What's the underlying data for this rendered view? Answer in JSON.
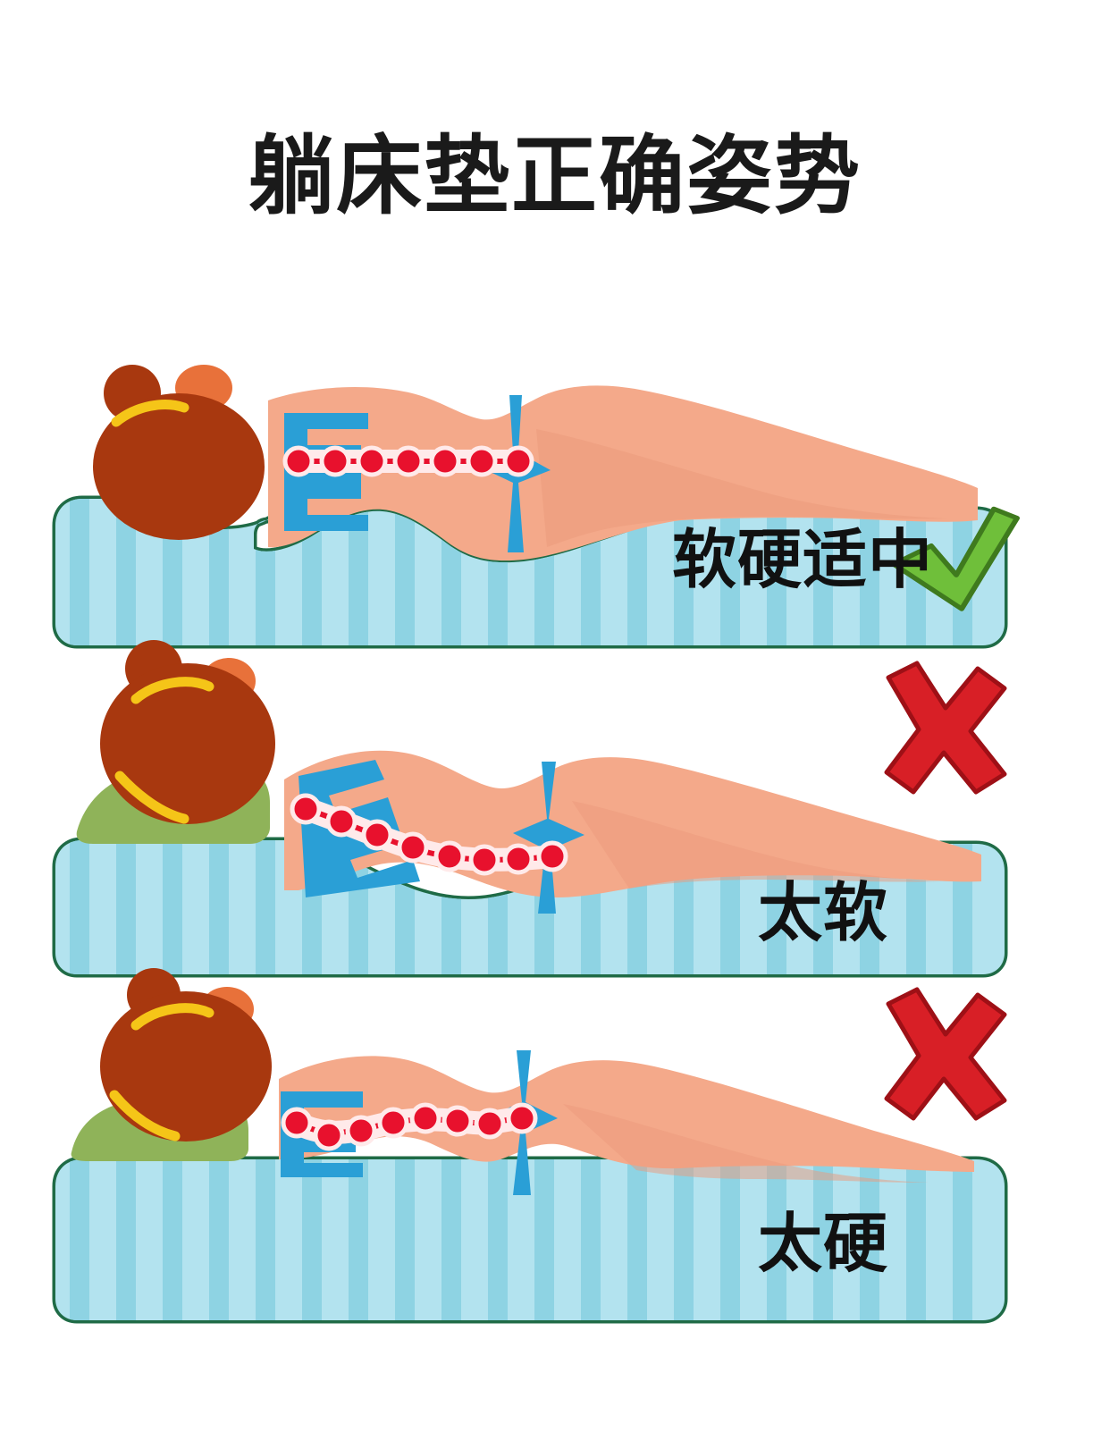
{
  "page": {
    "title": "躺床垫正确姿势",
    "background_color": "#ffffff"
  },
  "palette": {
    "title_text": "#1a1a1a",
    "mattress_fill_light": "#b8e4ef",
    "mattress_fill_dark": "#86d2e2",
    "mattress_border": "#1f6b46",
    "body_skin": "#f4a98a",
    "body_skin_shade": "#eb9a7c",
    "hair_brown": "#a8380f",
    "hair_tie_yellow": "#f5c518",
    "ear_orange": "#e8713a",
    "clothing_blue": "#2a9fd6",
    "spine_red": "#e8112d",
    "spine_outline": "#fce8e8",
    "pillow_green": "#8fb359",
    "check_green": "#6fbf3a",
    "check_green_dark": "#3f7a1e",
    "cross_red": "#d81f26",
    "cross_red_dark": "#9e1016"
  },
  "panels": [
    {
      "id": "panel-1",
      "verdict_label": "软硬适中",
      "verdict_meaning": "moderately firm",
      "mark_icon": "check-icon",
      "mark_type": "check",
      "mattress_firmness": "just-right",
      "spine_shape": "straight",
      "has_pillow": false,
      "spine_dot_count": 7
    },
    {
      "id": "panel-2",
      "verdict_label": "太软",
      "verdict_meaning": "too soft",
      "mark_icon": "cross-icon",
      "mark_type": "cross",
      "mattress_firmness": "too-soft",
      "spine_shape": "sagging-curve",
      "has_pillow": true,
      "spine_dot_count": 8
    },
    {
      "id": "panel-3",
      "verdict_label": "太硬",
      "verdict_meaning": "too firm",
      "mark_icon": "cross-icon",
      "mark_type": "cross",
      "mattress_firmness": "too-hard",
      "spine_shape": "wavy-gap",
      "has_pillow": true,
      "spine_dot_count": 8
    }
  ]
}
